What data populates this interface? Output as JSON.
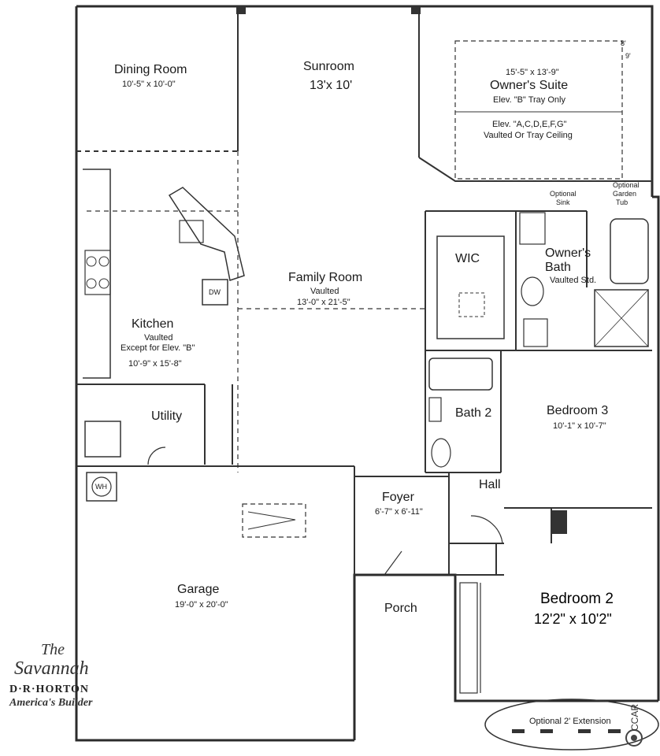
{
  "rooms": {
    "dining": {
      "name": "Dining Room",
      "dims": "10'-5\" x 10'-0\""
    },
    "sunroom": {
      "name": "Sunroom",
      "dims": "13'x 10'"
    },
    "owners_suite": {
      "dims": "15'-5\" x 13'-9\"",
      "name": "Owner's Suite",
      "note1": "Elev. \"B\" Tray Only",
      "note2": "Elev. \"A,C,D,E,F,G\"",
      "note3": "Vaulted Or Tray Ceiling"
    },
    "family": {
      "name": "Family Room",
      "note": "Vaulted",
      "dims": "13'-0\" x 21'-5\""
    },
    "kitchen": {
      "name": "Kitchen",
      "note1": "Vaulted",
      "note2": "Except for Elev. \"B\"",
      "dims": "10'-9\" x 15'-8\""
    },
    "utility": {
      "name": "Utility"
    },
    "wic": {
      "name": "WIC"
    },
    "owners_bath": {
      "name1": "Owner's",
      "name2": "Bath",
      "note": "Vaulted Std."
    },
    "bath2": {
      "name": "Bath 2"
    },
    "bedroom3": {
      "name": "Bedroom 3",
      "dims": "10'-1\" x 10'-7\""
    },
    "hall": {
      "name": "Hall"
    },
    "foyer": {
      "name": "Foyer",
      "dims": "6'-7\" x 6'-11\""
    },
    "garage": {
      "name": "Garage",
      "dims": "19'-0\" x 20'-0\""
    },
    "porch": {
      "name": "Porch"
    },
    "bedroom2": {
      "name": "Bedroom 2",
      "dims": "12'2\" x 10'2\""
    }
  },
  "fixtures": {
    "dw": "DW",
    "wh": "WH",
    "optional_sink_1": "Optional",
    "optional_sink_2": "Sink",
    "optional_tub_1": "Optional",
    "optional_tub_2": "Garden",
    "optional_tub_3": "Tub",
    "ceiling_mark_1": "8'",
    "ceiling_mark_2": "9'"
  },
  "extension": {
    "label": "Optional 2' Extension"
  },
  "branding": {
    "line1": "The",
    "line2": "Savannah",
    "company": "D·R·HORTON",
    "tagline": "America's Builder"
  },
  "watermark": "CCAR"
}
